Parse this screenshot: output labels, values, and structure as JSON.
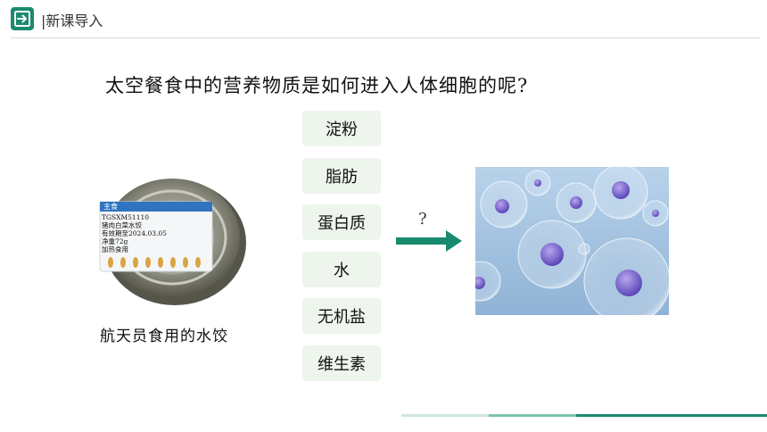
{
  "header": {
    "section_title": "|新课导入"
  },
  "question": "太空餐食中的营养物质是如何进入人体细胞的呢?",
  "nutrients": [
    "淀粉",
    "脂肪",
    "蛋白质",
    "水",
    "无机盐",
    "维生素"
  ],
  "arrow_label": "?",
  "can": {
    "label_header": "主食",
    "code": "TGSXM51110",
    "name": "猪肉白菜水饺",
    "expiry": "有效期至2024.03.05",
    "weight": "净重72g",
    "note": "加热食用"
  },
  "caption": "航天员食用的水饺",
  "colors": {
    "accent": "#1a8a6e",
    "box_bg": "#edf5ec",
    "cell_bg": "#a9c8e2"
  }
}
